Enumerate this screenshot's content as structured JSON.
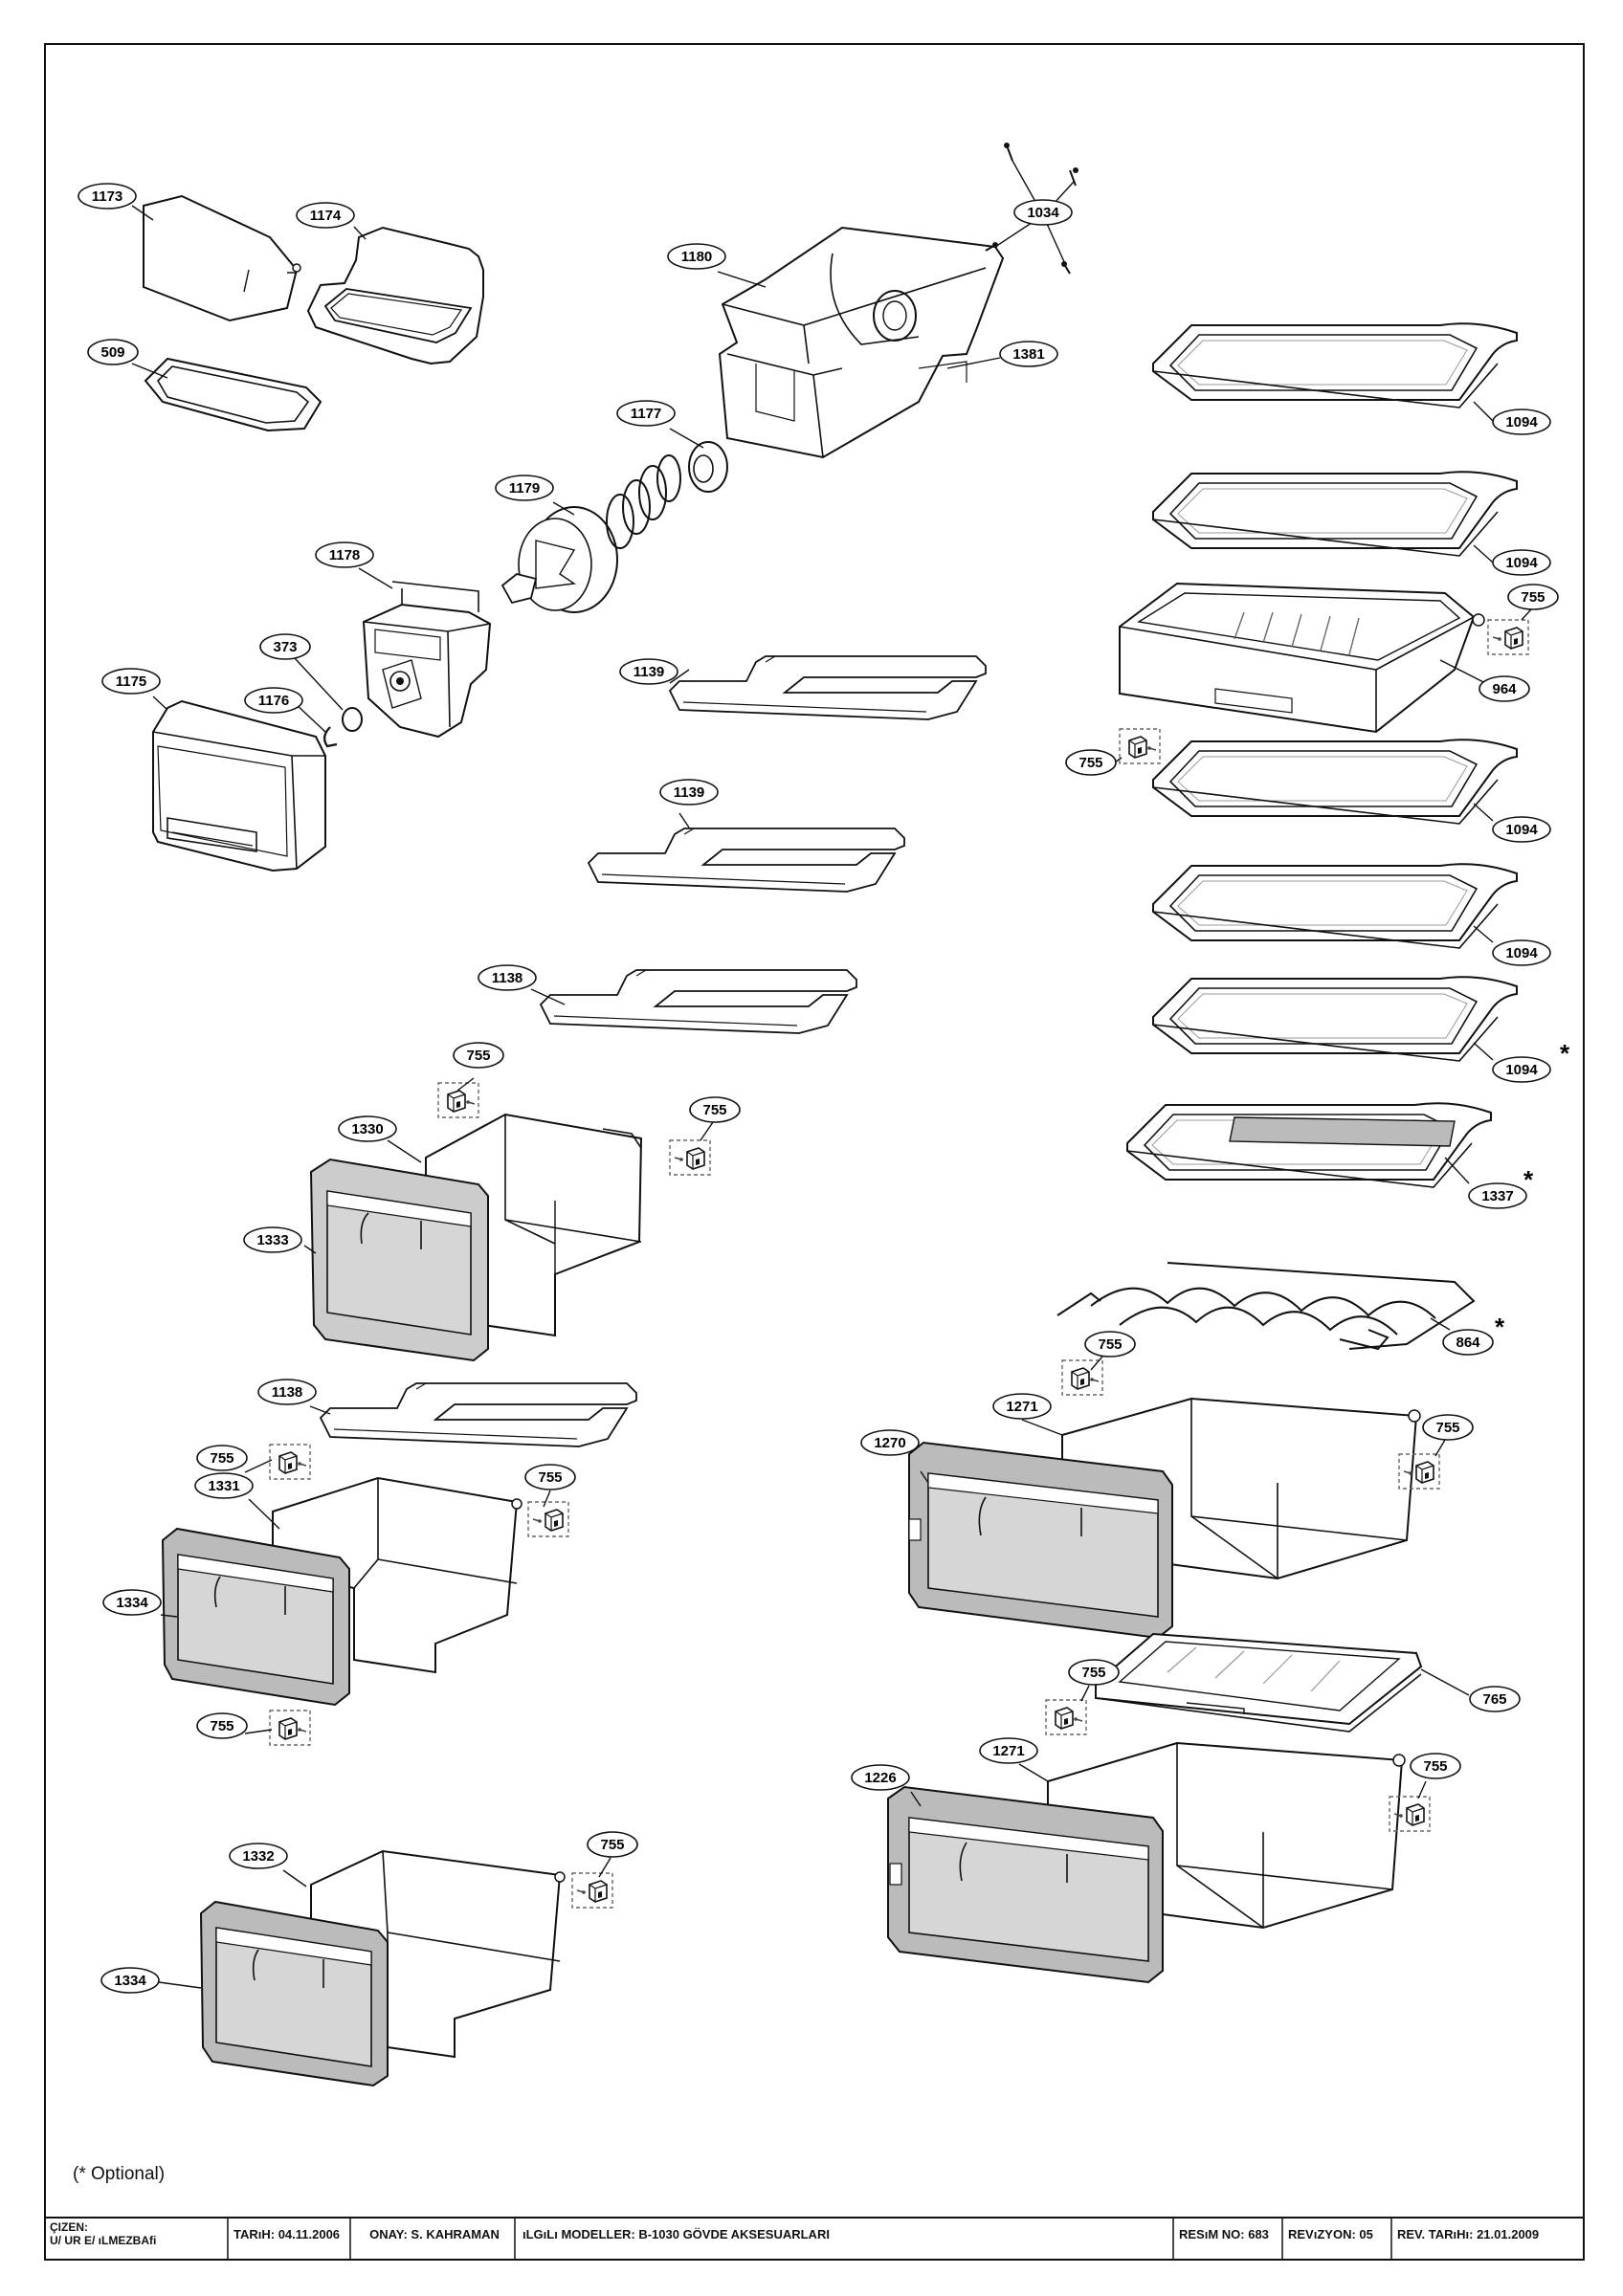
{
  "callouts": [
    {
      "id": "c1173",
      "label": "1173"
    },
    {
      "id": "c1174",
      "label": "1174"
    },
    {
      "id": "c509",
      "label": "509"
    },
    {
      "id": "c1034",
      "label": "1034"
    },
    {
      "id": "c1180",
      "label": "1180"
    },
    {
      "id": "c1381",
      "label": "1381"
    },
    {
      "id": "c1177",
      "label": "1177"
    },
    {
      "id": "c1179",
      "label": "1179"
    },
    {
      "id": "c1178",
      "label": "1178"
    },
    {
      "id": "c373",
      "label": "373"
    },
    {
      "id": "c1175",
      "label": "1175"
    },
    {
      "id": "c1176",
      "label": "1176"
    },
    {
      "id": "c1139a",
      "label": "1139"
    },
    {
      "id": "c1139b",
      "label": "1139"
    },
    {
      "id": "c1138a",
      "label": "1138"
    },
    {
      "id": "c755a",
      "label": "755"
    },
    {
      "id": "c755b",
      "label": "755"
    },
    {
      "id": "c1330",
      "label": "1330"
    },
    {
      "id": "c1333",
      "label": "1333"
    },
    {
      "id": "c1138b",
      "label": "1138"
    },
    {
      "id": "c755c",
      "label": "755"
    },
    {
      "id": "c1331",
      "label": "1331"
    },
    {
      "id": "c755d",
      "label": "755"
    },
    {
      "id": "c1334a",
      "label": "1334"
    },
    {
      "id": "c755e",
      "label": "755"
    },
    {
      "id": "c1332",
      "label": "1332"
    },
    {
      "id": "c755f",
      "label": "755"
    },
    {
      "id": "c1334b",
      "label": "1334"
    },
    {
      "id": "c1094a",
      "label": "1094"
    },
    {
      "id": "c1094b",
      "label": "1094"
    },
    {
      "id": "c755g",
      "label": "755"
    },
    {
      "id": "c964",
      "label": "964"
    },
    {
      "id": "c755h",
      "label": "755"
    },
    {
      "id": "c1094c",
      "label": "1094"
    },
    {
      "id": "c1094d",
      "label": "1094"
    },
    {
      "id": "c1094e",
      "label": "1094"
    },
    {
      "id": "c1337",
      "label": "1337"
    },
    {
      "id": "c864",
      "label": "864"
    },
    {
      "id": "c755i",
      "label": "755"
    },
    {
      "id": "c1271a",
      "label": "1271"
    },
    {
      "id": "c1270",
      "label": "1270"
    },
    {
      "id": "c755j",
      "label": "755"
    },
    {
      "id": "c765",
      "label": "765"
    },
    {
      "id": "c755k",
      "label": "755"
    },
    {
      "id": "c1271b",
      "label": "1271"
    },
    {
      "id": "c1226",
      "label": "1226"
    },
    {
      "id": "c755l",
      "label": "755"
    }
  ],
  "optional_mark": "*",
  "note": "(*  Optional)",
  "title_block": {
    "drawn_by_label": "ÇIZEN:",
    "drawn_by_name": "U/ UR E/ ıLMEZBAfi",
    "date": "TARıH: 04.11.2006",
    "approved": "ONAY: S. KAHRAMAN",
    "models": "ıLGıLı MODELLER:  B-1030 GÖVDE AKSESUARLARI",
    "drawing_no": "RESıM NO: 683",
    "revision": "REVıZYON: 05",
    "revision_date": "REV. TARıHı: 21.01.2009"
  }
}
